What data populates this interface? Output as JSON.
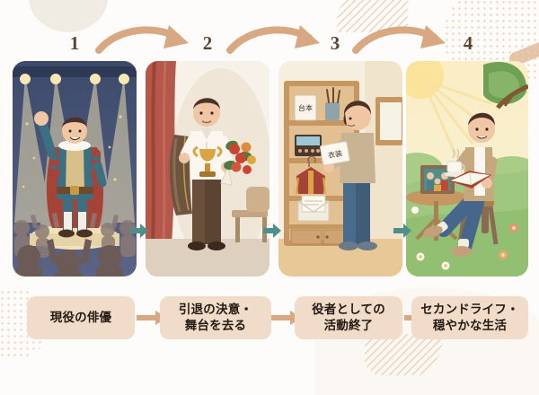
{
  "page": {
    "type": "infographic-flow",
    "title_visible": false,
    "background_color": "#fdfcfa",
    "accent_color": "#d8a882",
    "label_bg_color": "#f0dcc8",
    "connector_color": "#4e8f8a",
    "number_color": "#5c4433"
  },
  "steps": [
    {
      "number": "1",
      "label_lines": [
        "現役の俳優"
      ],
      "illustration": {
        "name": "actor-on-stage",
        "scene": "俳優が舞台でスポットライトを浴び観客に手を振る",
        "palette": {
          "sky": "#3c4a6b",
          "spotlight": "#f7e7b4",
          "stage": "#f1e2bb",
          "costume_blue": "#3d6f82",
          "cape_red": "#a54436",
          "skin": "#f0c6a4"
        }
      }
    },
    {
      "number": "2",
      "label_lines": [
        "引退の決意・",
        "舞台を去る"
      ],
      "illustration": {
        "name": "actor-with-trophy-and-bouquet",
        "scene": "コートを肩に掛け、トロフィーと花束を持つ男性",
        "palette": {
          "curtain": "#b5574a",
          "wall": "#efe7dc",
          "shirt": "#fbf7f0",
          "trousers": "#5c4433",
          "coat": "#6e5540",
          "trophy": "#d9a441",
          "flowers": "#c8452f"
        }
      }
    },
    {
      "number": "3",
      "label_lines": [
        "役者としての",
        "活動終了"
      ],
      "illustration": {
        "name": "packing-away-theater-items",
        "scene": "棚に台本・衣装・道具を片付ける男性",
        "shelf_labels": [
          "台本",
          "衣装"
        ],
        "palette": {
          "wall": "#f4e3c6",
          "shelf": "#c79761",
          "sweater": "#c8b493",
          "jeans": "#3f5d79",
          "floor": "#e8c896"
        }
      }
    },
    {
      "number": "4",
      "label_lines": [
        "セカンドライフ・",
        "穏やかな生活"
      ],
      "illustration": {
        "name": "relaxed-second-life-in-garden",
        "scene": "庭の椅子でコーヒーと本を楽しむ男性、家族写真を飾る",
        "palette": {
          "sky": "#fbeec4",
          "grass": "#9fc77f",
          "tree": "#6fa055",
          "jacket": "#c5a87e",
          "jeans": "#46668c",
          "book": "#a8452f"
        }
      }
    }
  ],
  "connectors": {
    "between_panels_icon": "arrow-right-icon",
    "between_labels_icon": "arrow-right-icon",
    "top_curved_icon": "curved-arrow-icon",
    "count": 3
  },
  "decorations": [
    {
      "name": "beige-blob-top-left",
      "color": "#f0ece4"
    },
    {
      "name": "dotted-circle-top-right",
      "color": "#eccdb1"
    },
    {
      "name": "hatch-lines-top-center",
      "color": "#ebd2bb"
    },
    {
      "name": "pill-accent-top-right",
      "color": "#e4c4a6"
    },
    {
      "name": "dotted-circle-bottom-left",
      "color": "#eccdb1"
    },
    {
      "name": "hatch-lines-bottom-right",
      "color": "#ebd2bb"
    }
  ]
}
